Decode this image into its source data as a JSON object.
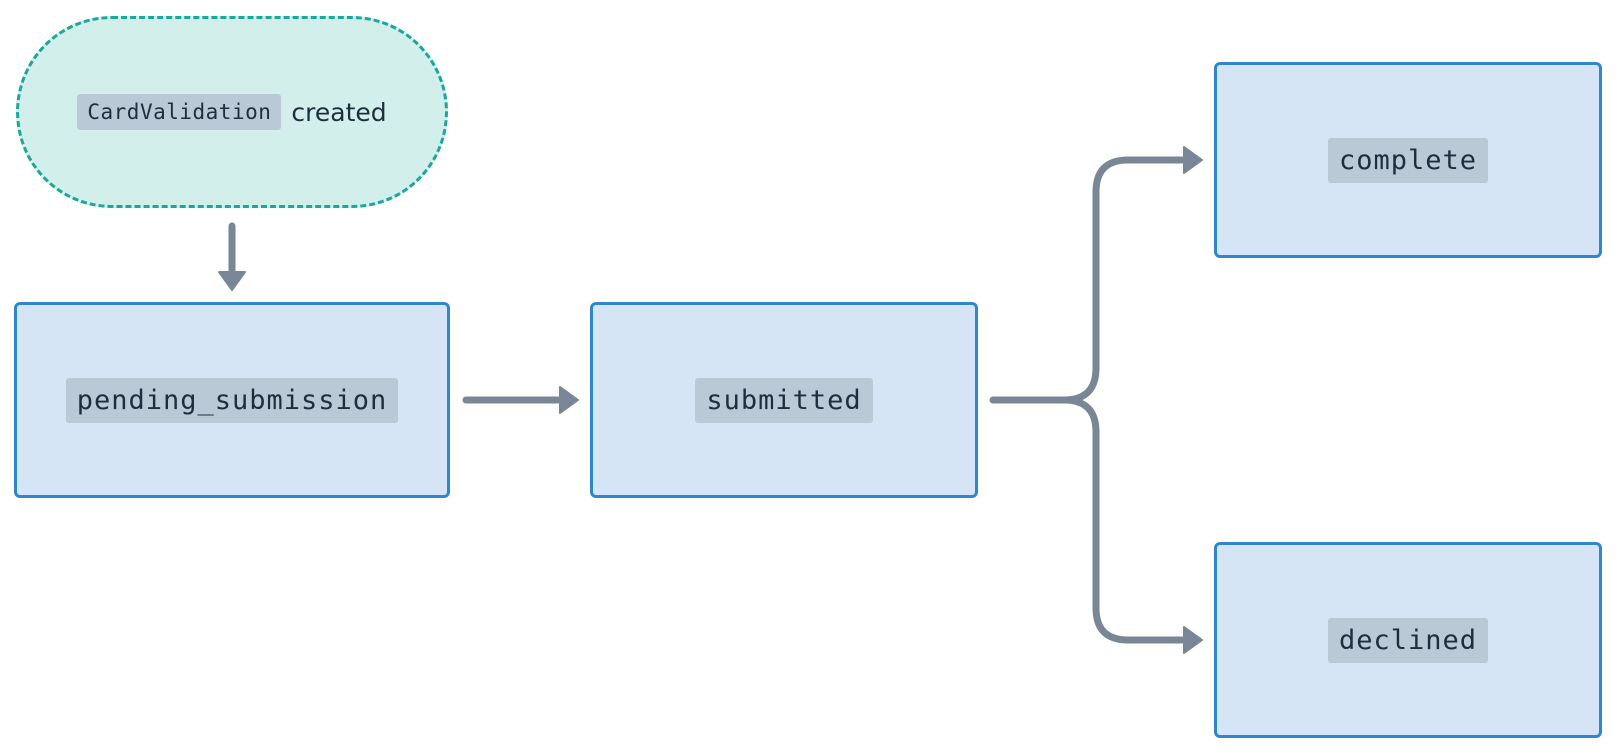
{
  "start": {
    "entity": "CardValidation",
    "event": "created"
  },
  "states": {
    "pending_submission": "pending_submission",
    "submitted": "submitted",
    "complete": "complete",
    "declined": "declined"
  },
  "colors": {
    "start_fill": "#d3efec",
    "start_border": "#1aa89a",
    "state_fill": "#d5e5f5",
    "state_border": "#2f86d1",
    "chip": "#b9cad6",
    "arrow": "#788696",
    "text": "#1f2d3d"
  }
}
